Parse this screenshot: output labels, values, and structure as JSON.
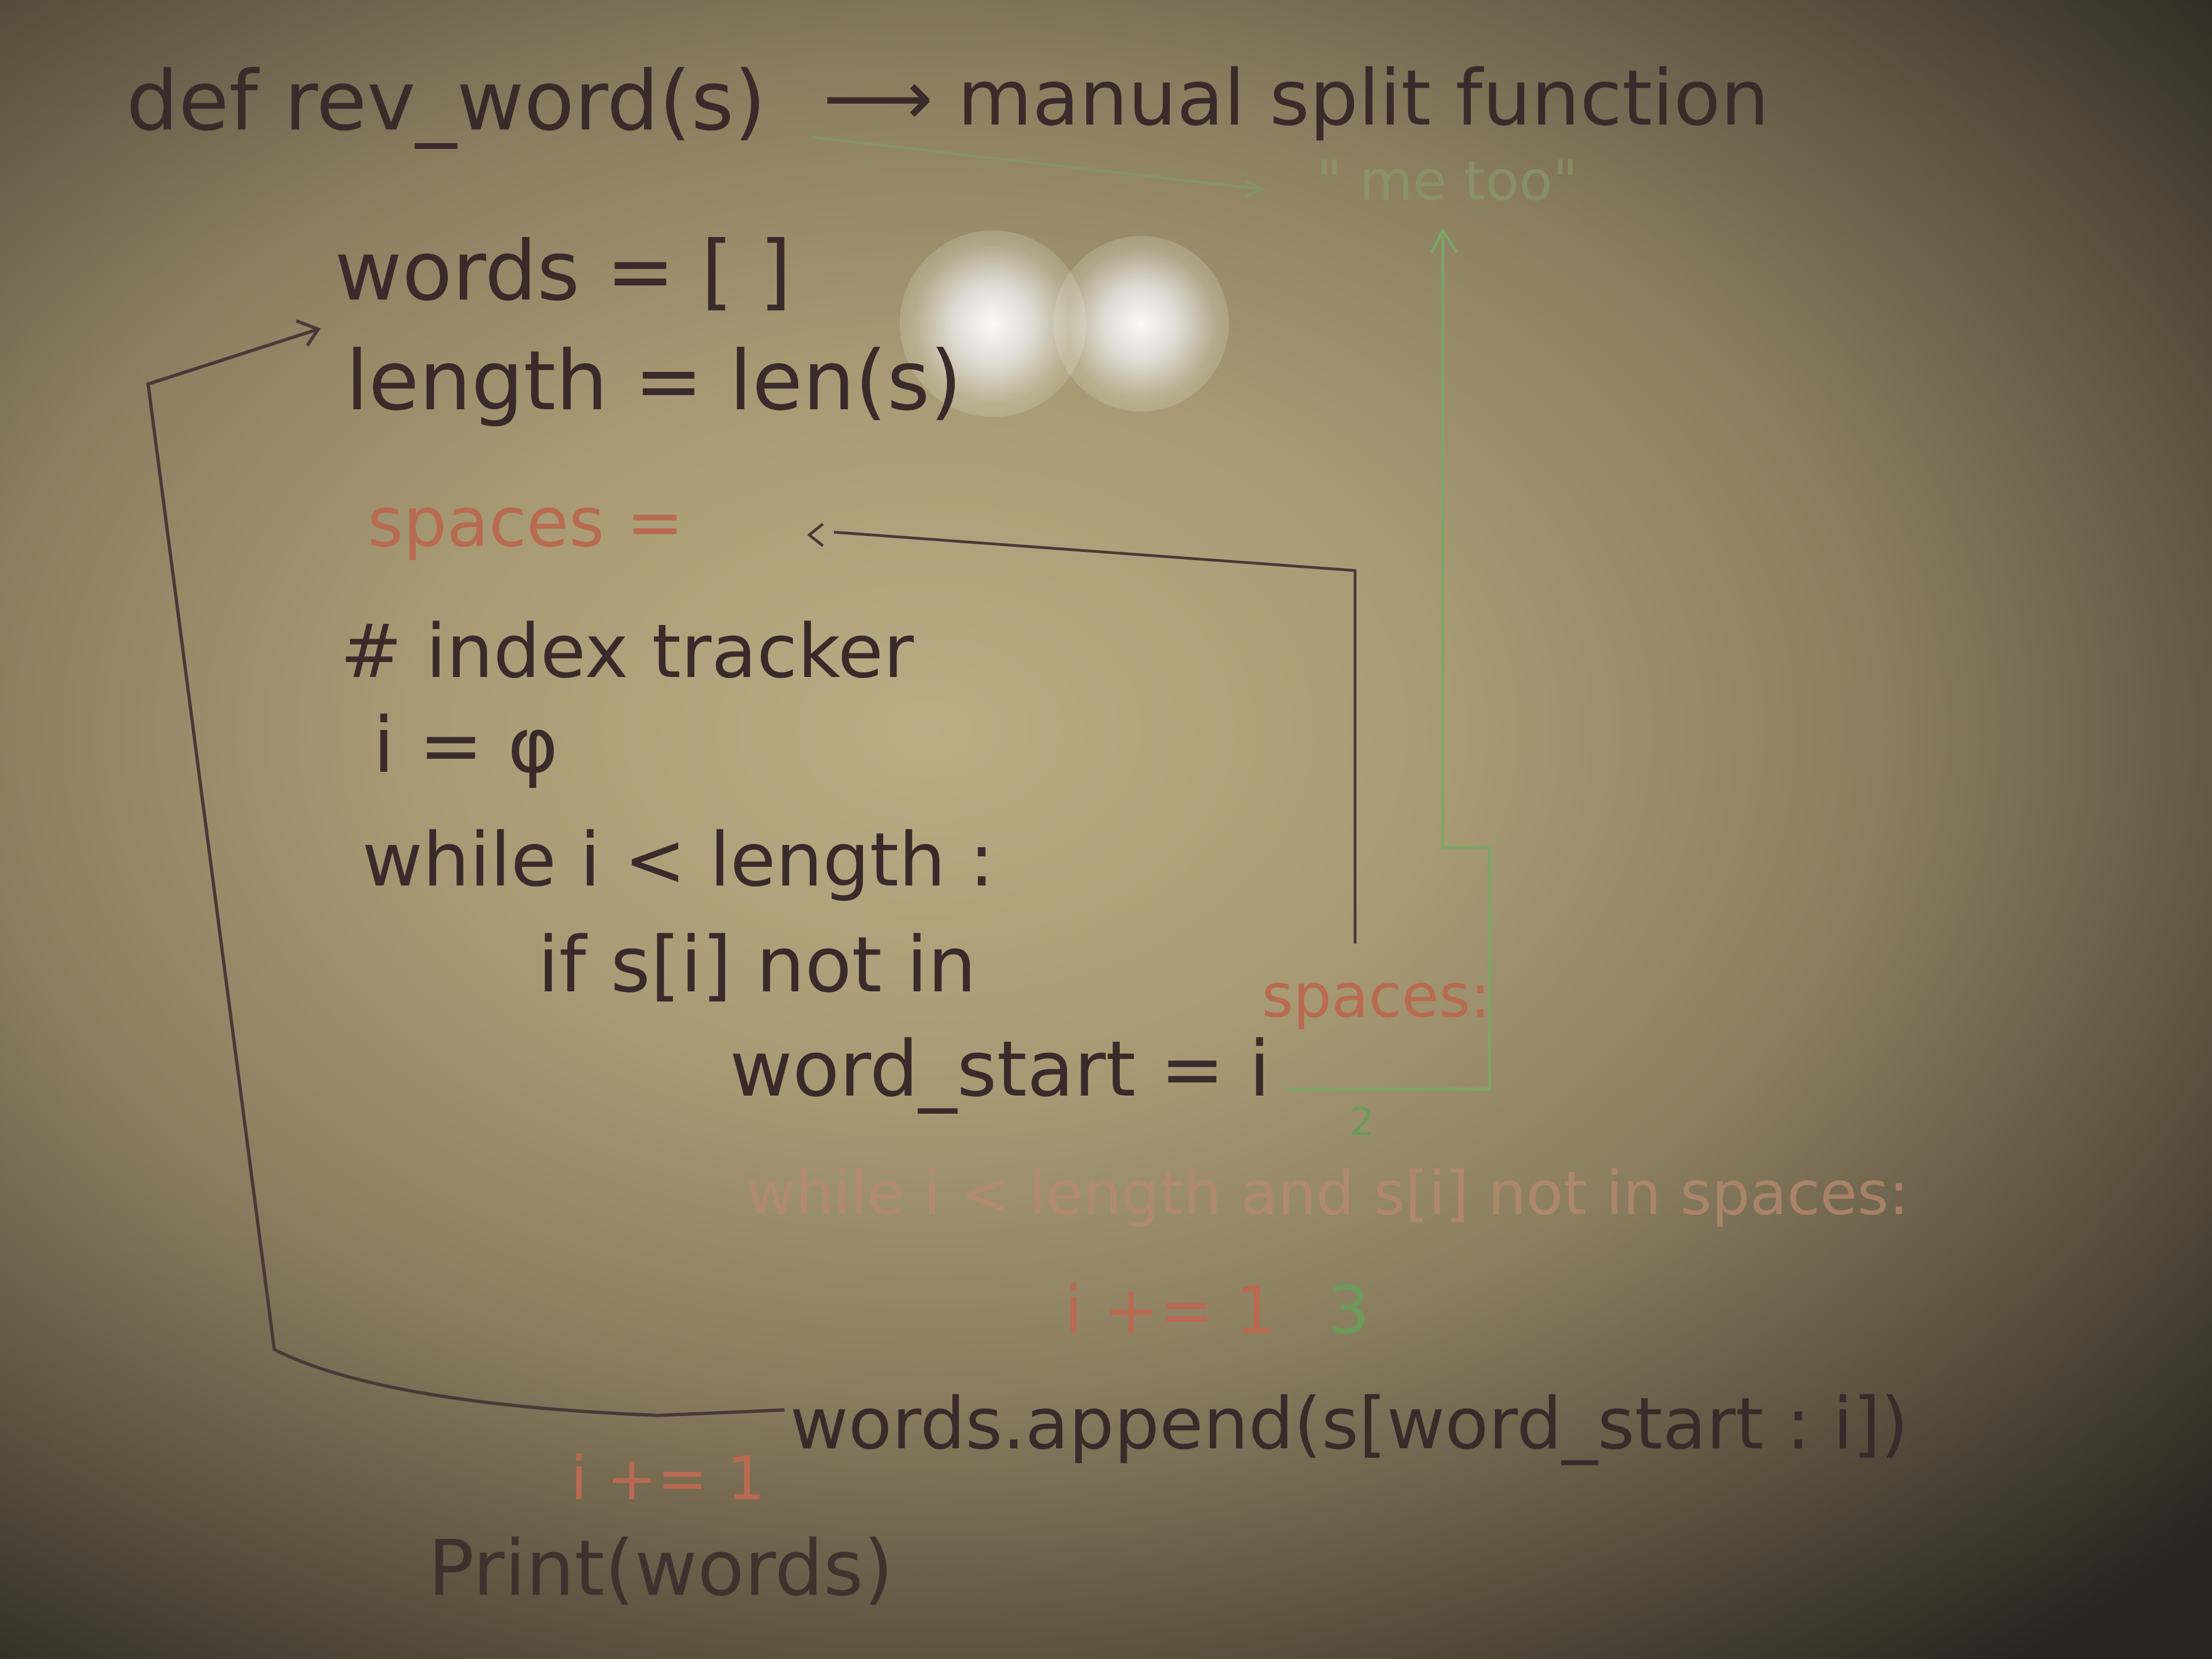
{
  "whiteboard": {
    "header": {
      "def_line": "def rev_word(s)",
      "arrow_note": "manual split function",
      "green_note": "\" me too\""
    },
    "code": {
      "words_init": "words = [ ]",
      "length_init": "length = len(s)",
      "spaces_init": "spaces =",
      "comment": "# index tracker",
      "i_init": "i = φ",
      "while_outer": "while i < length :",
      "if_line": "if s[i] not in",
      "if_spaces": "spaces:",
      "word_start": "word_start = i",
      "while_inner": "while i < length and s[i] not in spaces:",
      "inner_increment": "i += 1",
      "append_line": "words.append(s[word_start : i])",
      "outer_increment": "i += 1",
      "print_line": "Print(words)"
    },
    "step_numbers": {
      "two": "2",
      "three": "3"
    },
    "colors": {
      "dark_ink": "#3a2a2a",
      "red_ink": "#b86a52",
      "green_ink": "#6c9a5a"
    }
  }
}
